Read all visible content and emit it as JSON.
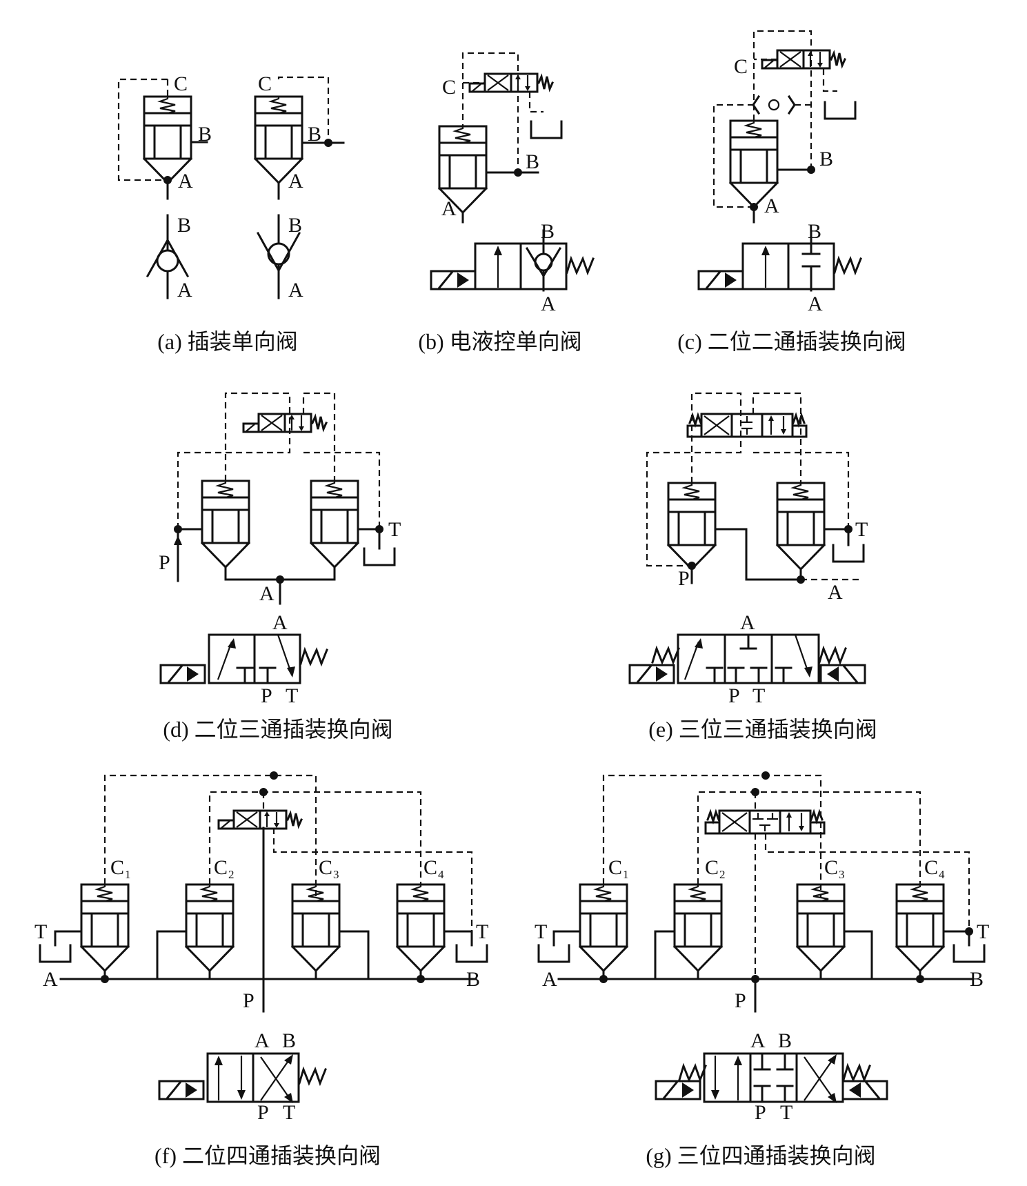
{
  "panels": [
    {
      "id": "a",
      "caption": "(a) 插装单向阀",
      "labels": [
        "C",
        "B",
        "A",
        "C",
        "B",
        "A",
        "B",
        "A",
        "B",
        "A"
      ]
    },
    {
      "id": "b",
      "caption": "(b) 电液控单向阀",
      "labels": [
        "C",
        "B",
        "A",
        "B",
        "A"
      ]
    },
    {
      "id": "c",
      "caption": "(c) 二位二通插装换向阀",
      "labels": [
        "C",
        "B",
        "A",
        "B",
        "A"
      ]
    },
    {
      "id": "d",
      "caption": "(d) 二位三通插装换向阀",
      "labels": [
        "P",
        "T",
        "A",
        "A",
        "P",
        "T"
      ]
    },
    {
      "id": "e",
      "caption": "(e) 三位三通插装换向阀",
      "labels": [
        "P",
        "T",
        "A",
        "A",
        "P",
        "T"
      ]
    },
    {
      "id": "f",
      "caption": "(f) 二位四通插装换向阀",
      "labels": [
        "C",
        "1",
        "C",
        "2",
        "C",
        "3",
        "C",
        "4",
        "T",
        "T",
        "A",
        "B",
        "P",
        "A",
        "B",
        "P",
        "T"
      ]
    },
    {
      "id": "g",
      "caption": "(g) 三位四通插装换向阀",
      "labels": [
        "C",
        "1",
        "C",
        "2",
        "C",
        "3",
        "C",
        "4",
        "T",
        "T",
        "A",
        "B",
        "P",
        "A",
        "B",
        "P",
        "T"
      ]
    }
  ]
}
